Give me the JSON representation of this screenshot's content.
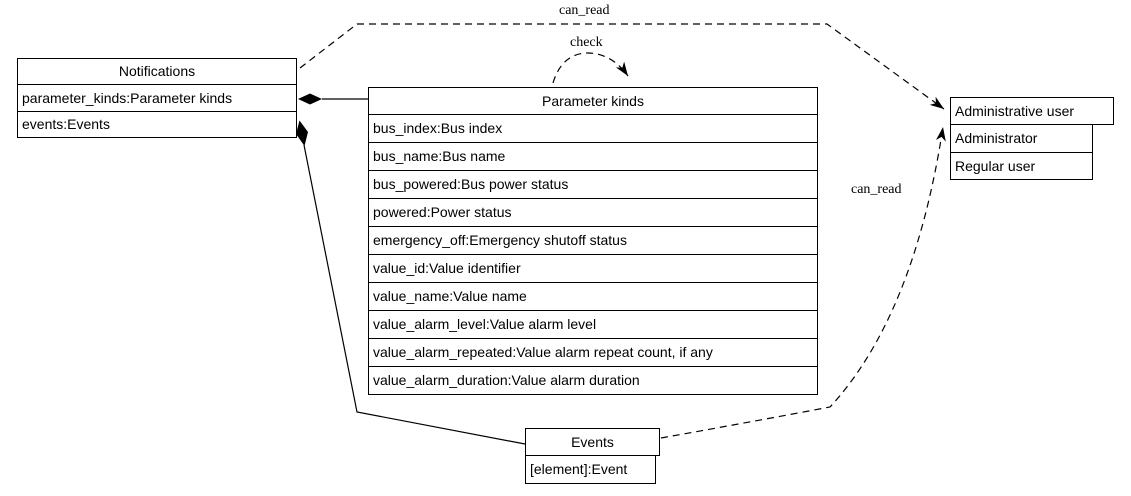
{
  "colors": {
    "background": "#ffffff",
    "line": "#000000",
    "text": "#000000"
  },
  "nodes": {
    "notifications": {
      "title": "Notifications",
      "rows": [
        "parameter_kinds:Parameter kinds",
        "events:Events"
      ]
    },
    "parameter_kinds": {
      "title": "Parameter kinds",
      "rows": [
        "bus_index:Bus index",
        "bus_name:Bus name",
        "bus_powered:Bus power status",
        "powered:Power status",
        "emergency_off:Emergency shutoff status",
        "value_id:Value identifier",
        "value_name:Value name",
        "value_alarm_level:Value alarm level",
        "value_alarm_repeated:Value alarm repeat count, if any",
        "value_alarm_duration:Value alarm duration"
      ]
    },
    "administrative_user": {
      "title": "Administrative user",
      "rows": [
        "Administrator",
        "Regular user"
      ]
    },
    "events": {
      "title": "Events",
      "rows": [
        "[element]:Event"
      ]
    }
  },
  "edge_labels": {
    "can_read_top": "can_read",
    "check": "check",
    "can_read_bottom": "can_read"
  }
}
